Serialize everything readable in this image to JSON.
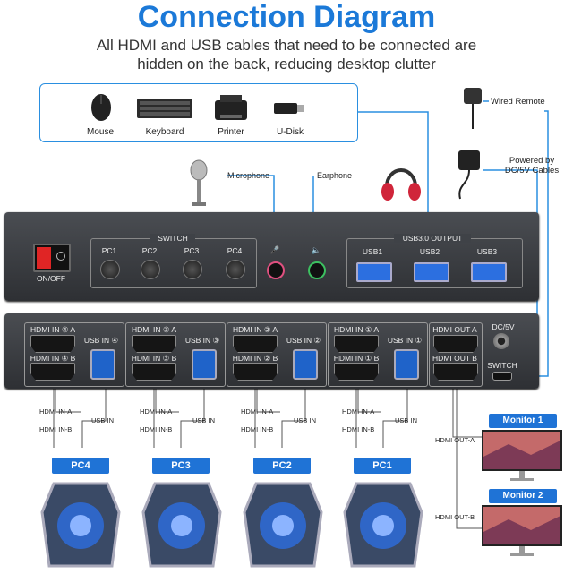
{
  "title": "Connection Diagram",
  "subtitle_line1": "All HDMI and USB cables that need to be connected are",
  "subtitle_line2": "hidden on the back, reducing desktop clutter",
  "peripherals": [
    {
      "label": "Mouse",
      "icon": "mouse-icon"
    },
    {
      "label": "Keyboard",
      "icon": "keyboard-icon"
    },
    {
      "label": "Printer",
      "icon": "printer-icon"
    },
    {
      "label": "U-Disk",
      "icon": "usb-drive-icon"
    }
  ],
  "wired_remote": "Wired Remote",
  "powered_by_line1": "Powered by",
  "powered_by_line2": "DC/5V Cables",
  "microphone": "Microphone",
  "earphone": "Earphone",
  "front": {
    "on_off": "ON/OFF",
    "switch": "SWITCH",
    "pc_buttons": [
      "PC1",
      "PC2",
      "PC3",
      "PC4"
    ],
    "usb_output": "USB3.0 OUTPUT",
    "usb_ports": [
      "USB1",
      "USB2",
      "USB3"
    ]
  },
  "rear": {
    "groups": [
      {
        "hdmi_a": "HDMI IN ④ A",
        "hdmi_b": "HDMI IN ④ B",
        "usb": "USB IN ④"
      },
      {
        "hdmi_a": "HDMI IN ③ A",
        "hdmi_b": "HDMI IN ③ B",
        "usb": "USB IN ③"
      },
      {
        "hdmi_a": "HDMI IN ② A",
        "hdmi_b": "HDMI IN ② B",
        "usb": "USB IN ②"
      },
      {
        "hdmi_a": "HDMI IN ① A",
        "hdmi_b": "HDMI IN ① B",
        "usb": "USB IN ①"
      }
    ],
    "out_a": "HDMI OUT A",
    "out_b": "HDMI OUT B",
    "dc": "DC/5V",
    "switch": "SWITCH"
  },
  "cables": {
    "hdmi_in_a": "HDMI IN-A",
    "hdmi_in_b": "HDMI IN-B",
    "usb_in": "USB IN",
    "hdmi_out_a": "HDMI OUT-A",
    "hdmi_out_b": "HDMI OUT-B"
  },
  "pcs": [
    "PC4",
    "PC3",
    "PC2",
    "PC1"
  ],
  "monitors": [
    "Monitor 1",
    "Monitor 2"
  ],
  "colors": {
    "accent": "#1f73d6",
    "title": "#1b79d8",
    "panel": "#3a3d42"
  }
}
